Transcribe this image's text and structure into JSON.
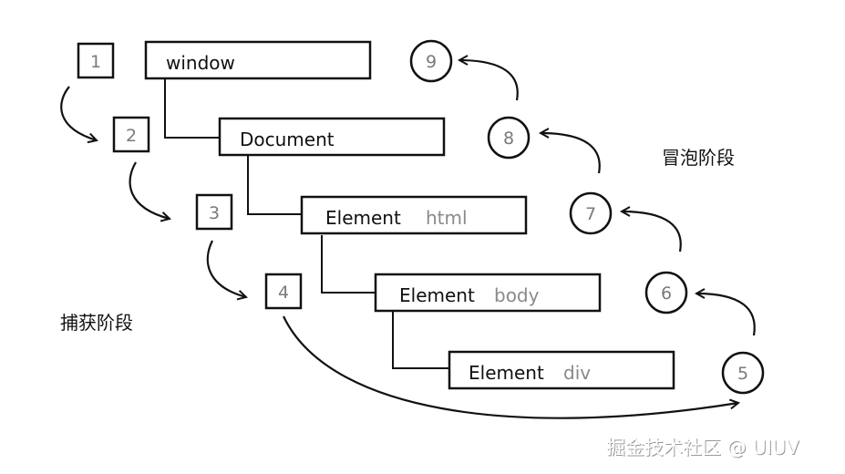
{
  "nodes": [
    {
      "label": "window",
      "sub": ""
    },
    {
      "label": "Document",
      "sub": ""
    },
    {
      "label": "Element",
      "sub": "html"
    },
    {
      "label": "Element",
      "sub": "body"
    },
    {
      "label": "Element",
      "sub": "div"
    }
  ],
  "capture_steps": [
    "1",
    "2",
    "3",
    "4"
  ],
  "bubble_steps": [
    "5",
    "6",
    "7",
    "8",
    "9"
  ],
  "phases": {
    "capture": "捕获阶段",
    "bubble": "冒泡阶段"
  },
  "watermark": "掘金技术社区 @ UIUV"
}
